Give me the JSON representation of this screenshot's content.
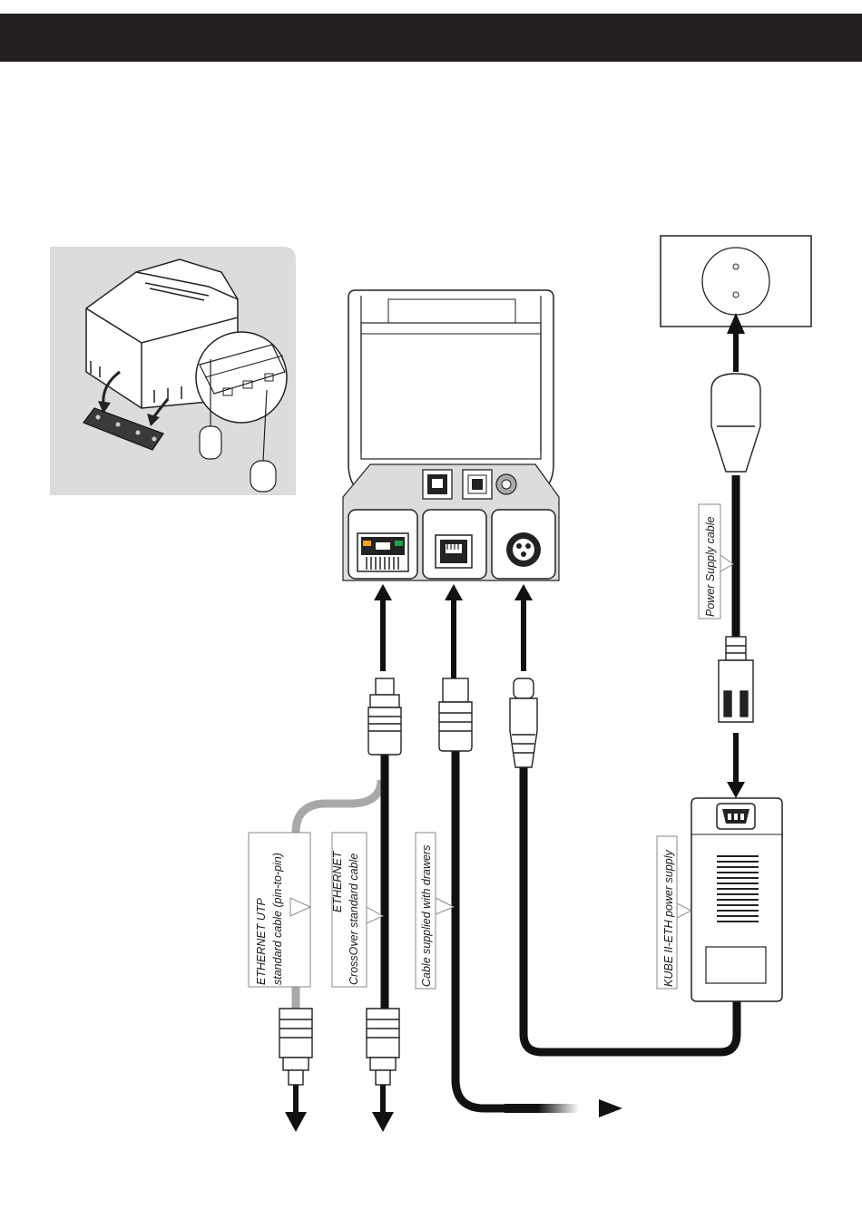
{
  "labels": {
    "eth_utp_line1": "ETHERNET UTP",
    "eth_utp_line2": "standard cable (pin-to-pin)",
    "eth_cross_line1": "ETHERNET",
    "eth_cross_line2": "CrossOver standard cable",
    "drawer_cable": "Cable supplied with drawers",
    "power_supply_cable": "Power Supply cable",
    "power_supply_unit": "KUBE II-ETH power supply"
  },
  "colors": {
    "header": "#231f20",
    "panel": "#dcdcdc",
    "cable_black": "#111111",
    "cable_grey": "#a8a8a8",
    "led_orange": "#f5a21b",
    "led_green": "#1fa34a"
  }
}
